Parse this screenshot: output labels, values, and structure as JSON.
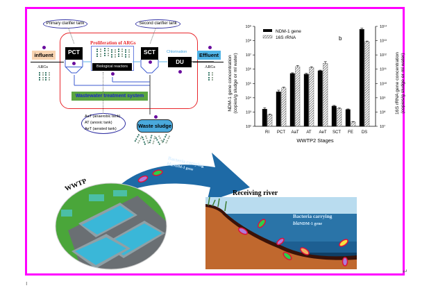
{
  "figure": {
    "frame_color": "#ff00ff",
    "paragraph_mark": "↵",
    "cursor_mark": "ı"
  },
  "diagram": {
    "callouts": {
      "primary_clarifier": "Primary clarifier tank",
      "second_clarifier": "Second clarifier tank"
    },
    "proliferation_label": "Proliferation of ARGs",
    "influent_label": "influent",
    "effluent_label": "Effluent",
    "args_left": "ARGs",
    "args_right": "ARGs",
    "pct_label": "PCT",
    "sct_label": "SCT",
    "du_label": "DU",
    "chlorination_label": "Chlorination",
    "bioreactor_label": "Biological reactors",
    "system_label": "Wastewater treatment system",
    "tank_legend": [
      "AaT (anaerobic tank)",
      "AT (anoxic tank)",
      "AeT (aerated tank)"
    ],
    "waste_sludge_label": "Waste sludge",
    "colors": {
      "system_border": "#e8262b",
      "proliferation_text": "#e8262b",
      "system_bar": "#5aa540",
      "system_text": "#1a24c8",
      "influent_bg": "#f7d3b0",
      "effluent_bg": "#4fb3e6",
      "sludge_bg": "#4aa9dc",
      "chlorination_text": "#3aa0e0",
      "arrow_blue": "#4a7ed8"
    }
  },
  "illustration": {
    "wwtp_label": "WWTP",
    "arrow_text_line1": "Bacteria carrying",
    "arrow_text_line2_italic": "bla",
    "arrow_text_line2_rest": "NDM-1 gene",
    "river_title": "Receiving river",
    "river_text_line1": "Bacteria carrying",
    "river_text_line2_italic": "bla",
    "river_text_line2_rest": "NDM-1 gene",
    "colors": {
      "arrow": "#1e6aa6",
      "water": "#1d5f92",
      "sky": "#b9dcef",
      "soil": "#c0682e",
      "sediment": "#3a1208"
    }
  },
  "chart_data": {
    "type": "bar",
    "panel_label": "b",
    "xlabel": "WWTP2 Stages",
    "ylabel_left_line1": "NDM-1 gene concentration",
    "ylabel_left_line2": "(copies/g sludge or ml water)",
    "ylabel_right_line1": "16S rRNA gene concentration",
    "ylabel_right_line2": "(copies/g sludge or ml water)",
    "yscale": "log",
    "ylim_left_exp": [
      2,
      9
    ],
    "ylim_right_exp": [
      7,
      14
    ],
    "left_ticks": [
      "10²",
      "10³",
      "10⁴",
      "10⁵",
      "10⁶",
      "10⁷",
      "10⁸",
      "10⁹"
    ],
    "right_ticks": [
      "10⁷",
      "10⁸",
      "10⁹",
      "10¹⁰",
      "10¹¹",
      "10¹²",
      "10¹³",
      "10¹⁴"
    ],
    "categories": [
      "RI",
      "PCT",
      "AaT",
      "AT",
      "AeT",
      "SCT",
      "FE",
      "DS"
    ],
    "series": [
      {
        "name": "NDM-1 gene",
        "axis": "left",
        "style": "solid-black",
        "values": [
          1600.0,
          26000.0,
          500000.0,
          450000.0,
          780000.0,
          2600.0,
          1500.0,
          620000000.0
        ],
        "errors_rel": [
          0.25,
          0.3,
          0.12,
          0.15,
          0.1,
          0.12,
          0.1,
          0.2
        ]
      },
      {
        "name": "16S rRNA",
        "axis": "right",
        "style": "hatched",
        "values": [
          65000000.0,
          4800000000.0,
          150000000000.0,
          130000000000.0,
          260000000000.0,
          180000000.0,
          20000000.0,
          8500000000000.0
        ],
        "errors_rel": [
          0.12,
          0.15,
          0.2,
          0.15,
          0.3,
          0.08,
          0.08,
          0.1
        ]
      }
    ],
    "legend": [
      "NDM-1 gene",
      "16S rRNA"
    ],
    "legend_position": "top-left",
    "grid": false
  }
}
